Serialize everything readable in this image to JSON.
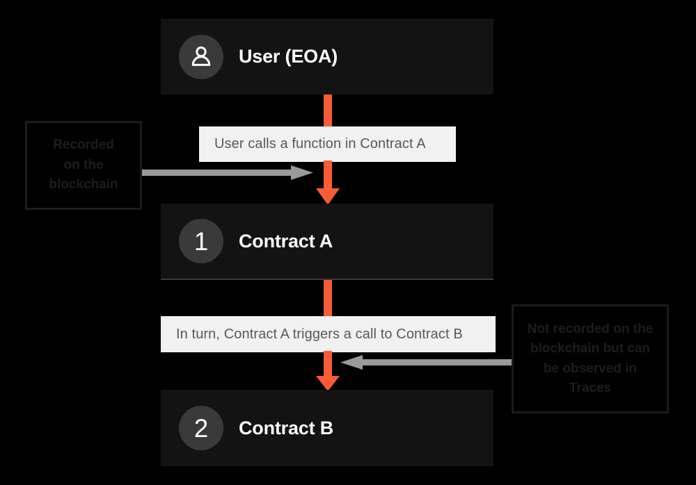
{
  "theme": {
    "background": "#000000",
    "node_bg": "#131313",
    "node_badge_bg": "#3a3a3a",
    "node_text": "#ffffff",
    "caption_bg": "#f1f1f1",
    "caption_text": "#585858",
    "arrow_orange": "#f85b37",
    "arrow_gray": "#9a9a9a",
    "annotation_border": "#1c1c1c",
    "annotation_text": "#1d1d1d"
  },
  "nodes": [
    {
      "id": "user",
      "badge_type": "icon",
      "badge_icon": "user-icon",
      "badge_value": "",
      "label": "User (EOA)"
    },
    {
      "id": "contract-a",
      "badge_type": "number",
      "badge_icon": "",
      "badge_value": "1",
      "label": "Contract A"
    },
    {
      "id": "contract-b",
      "badge_type": "number",
      "badge_icon": "",
      "badge_value": "2",
      "label": "Contract B"
    }
  ],
  "captions": [
    {
      "id": "caption-1",
      "text": "User calls a function in Contract A"
    },
    {
      "id": "caption-2",
      "text": "In turn, Contract A triggers a call to Contract B"
    }
  ],
  "annotations": [
    {
      "id": "annotation-left",
      "lines": [
        "Recorded",
        "on the",
        "blockchain"
      ]
    },
    {
      "id": "annotation-right",
      "lines": [
        "Not recorded on the",
        "blockchain but can",
        "be observed in",
        "Traces"
      ]
    }
  ],
  "connectors": [
    {
      "id": "arrow-user-to-caption-1",
      "direction": "down",
      "style": "line",
      "color": "#f85b37"
    },
    {
      "id": "arrow-caption-1-to-contract-a",
      "direction": "down",
      "style": "arrowhead",
      "color": "#f85b37"
    },
    {
      "id": "arrow-contract-a-to-caption-2",
      "direction": "down",
      "style": "line",
      "color": "#f85b37"
    },
    {
      "id": "arrow-caption-2-to-contract-b",
      "direction": "down",
      "style": "arrowhead",
      "color": "#f85b37"
    },
    {
      "id": "pointer-left",
      "direction": "right",
      "color": "#9a9a9a"
    },
    {
      "id": "pointer-right",
      "direction": "left",
      "color": "#9a9a9a"
    }
  ]
}
